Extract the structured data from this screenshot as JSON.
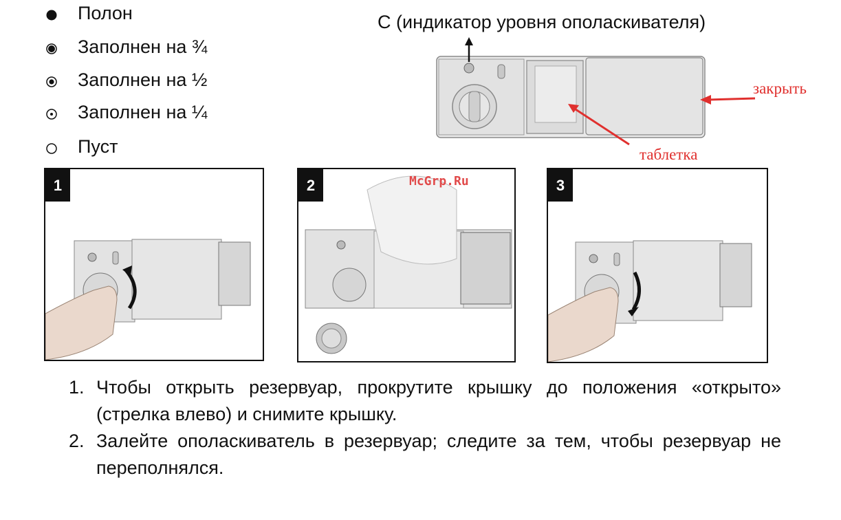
{
  "legend": [
    {
      "label": "Полон",
      "icon": "filled-circle-icon"
    },
    {
      "label": "Заполнен на ¾",
      "icon": "mostly-filled-circle-icon"
    },
    {
      "label": "Заполнен на ½",
      "icon": "half-filled-circle-icon"
    },
    {
      "label": "Заполнен на ¼",
      "icon": "quarter-filled-circle-icon"
    },
    {
      "label": "Пуст",
      "icon": "empty-circle-icon"
    }
  ],
  "diagram": {
    "indicator_caption": "C (индикатор уровня ополаскивателя)",
    "close_label": "закрыть",
    "tablet_label": "таблетка",
    "arrow_color": "#e0302e"
  },
  "steps": [
    {
      "number": "1"
    },
    {
      "number": "2"
    },
    {
      "number": "3"
    }
  ],
  "watermark": "McGrp.Ru",
  "instructions": [
    {
      "number": "1.",
      "text": "Чтобы открыть резервуар, прокрутите крышку до положения «открыто» (стрелка влево) и снимите крышку."
    },
    {
      "number": "2.",
      "text": "Залейте ополаскиватель в резервуар; следите за тем, чтобы резервуар не переполнялся."
    }
  ]
}
